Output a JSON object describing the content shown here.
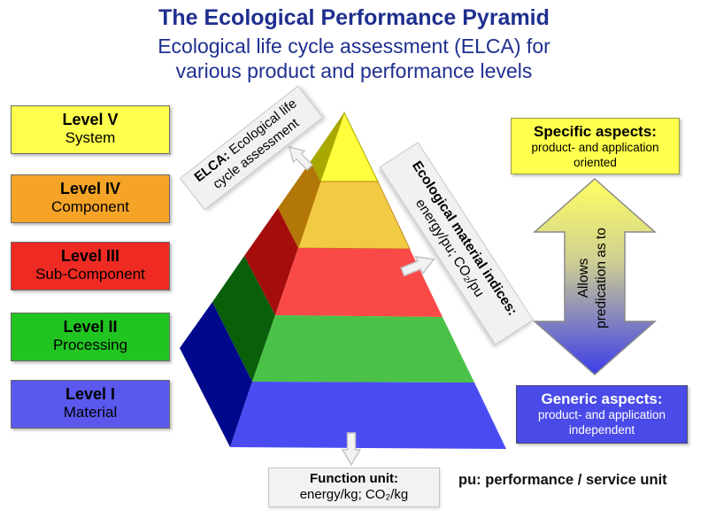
{
  "title": "The Ecological Performance Pyramid",
  "subtitle_line1": "Ecological life cycle assessment (ELCA) for",
  "subtitle_line2": "various product and performance levels",
  "title_color": "#1f2f8f",
  "levels": [
    {
      "name": "Level V",
      "desc": "System",
      "color": "#ffff4d"
    },
    {
      "name": "Level IV",
      "desc": "Component",
      "color": "#f5a428"
    },
    {
      "name": "Level III",
      "desc": "Sub-Component",
      "color": "#ee2a22"
    },
    {
      "name": "Level II",
      "desc": "Processing",
      "color": "#21c521"
    },
    {
      "name": "Level I",
      "desc": "Material",
      "color": "#5a58ed"
    }
  ],
  "pyramid": {
    "front_colors": [
      "#ffff3d",
      "#f2cb45",
      "#fa4a47",
      "#4ac247",
      "#4a4cf2"
    ],
    "side_colors": [
      "#a8a800",
      "#b27706",
      "#a50d0d",
      "#0a5f0a",
      "#00098c"
    ]
  },
  "elca_label": {
    "bold": "ELCA:",
    "line1": "Ecological life",
    "line2": "cycle assessment"
  },
  "indices_label": {
    "title": "Ecological material indices:",
    "value": "energy/pu; CO₂/pu"
  },
  "specific_box": {
    "title": "Specific aspects:",
    "line1": "product- and application",
    "line2": "oriented",
    "color": "#ffff4d"
  },
  "generic_box": {
    "title": "Generic aspects:",
    "line1": "product- and application",
    "line2": "independent",
    "color": "#4a4ae8"
  },
  "double_arrow": {
    "line1": "Allows",
    "line2": "predication as to",
    "top_color": "#ffff63",
    "mid_color": "#cfcf92",
    "bottom_color": "#3c3cea",
    "border_color": "#8a8a8a"
  },
  "function_box": {
    "title": "Function unit:",
    "value": "energy/kg; CO₂/kg"
  },
  "pu_note": "pu: performance / service unit",
  "misc": {
    "arrow_fill": "#f2f2f2",
    "arrow_stroke": "#c2c2c2"
  }
}
